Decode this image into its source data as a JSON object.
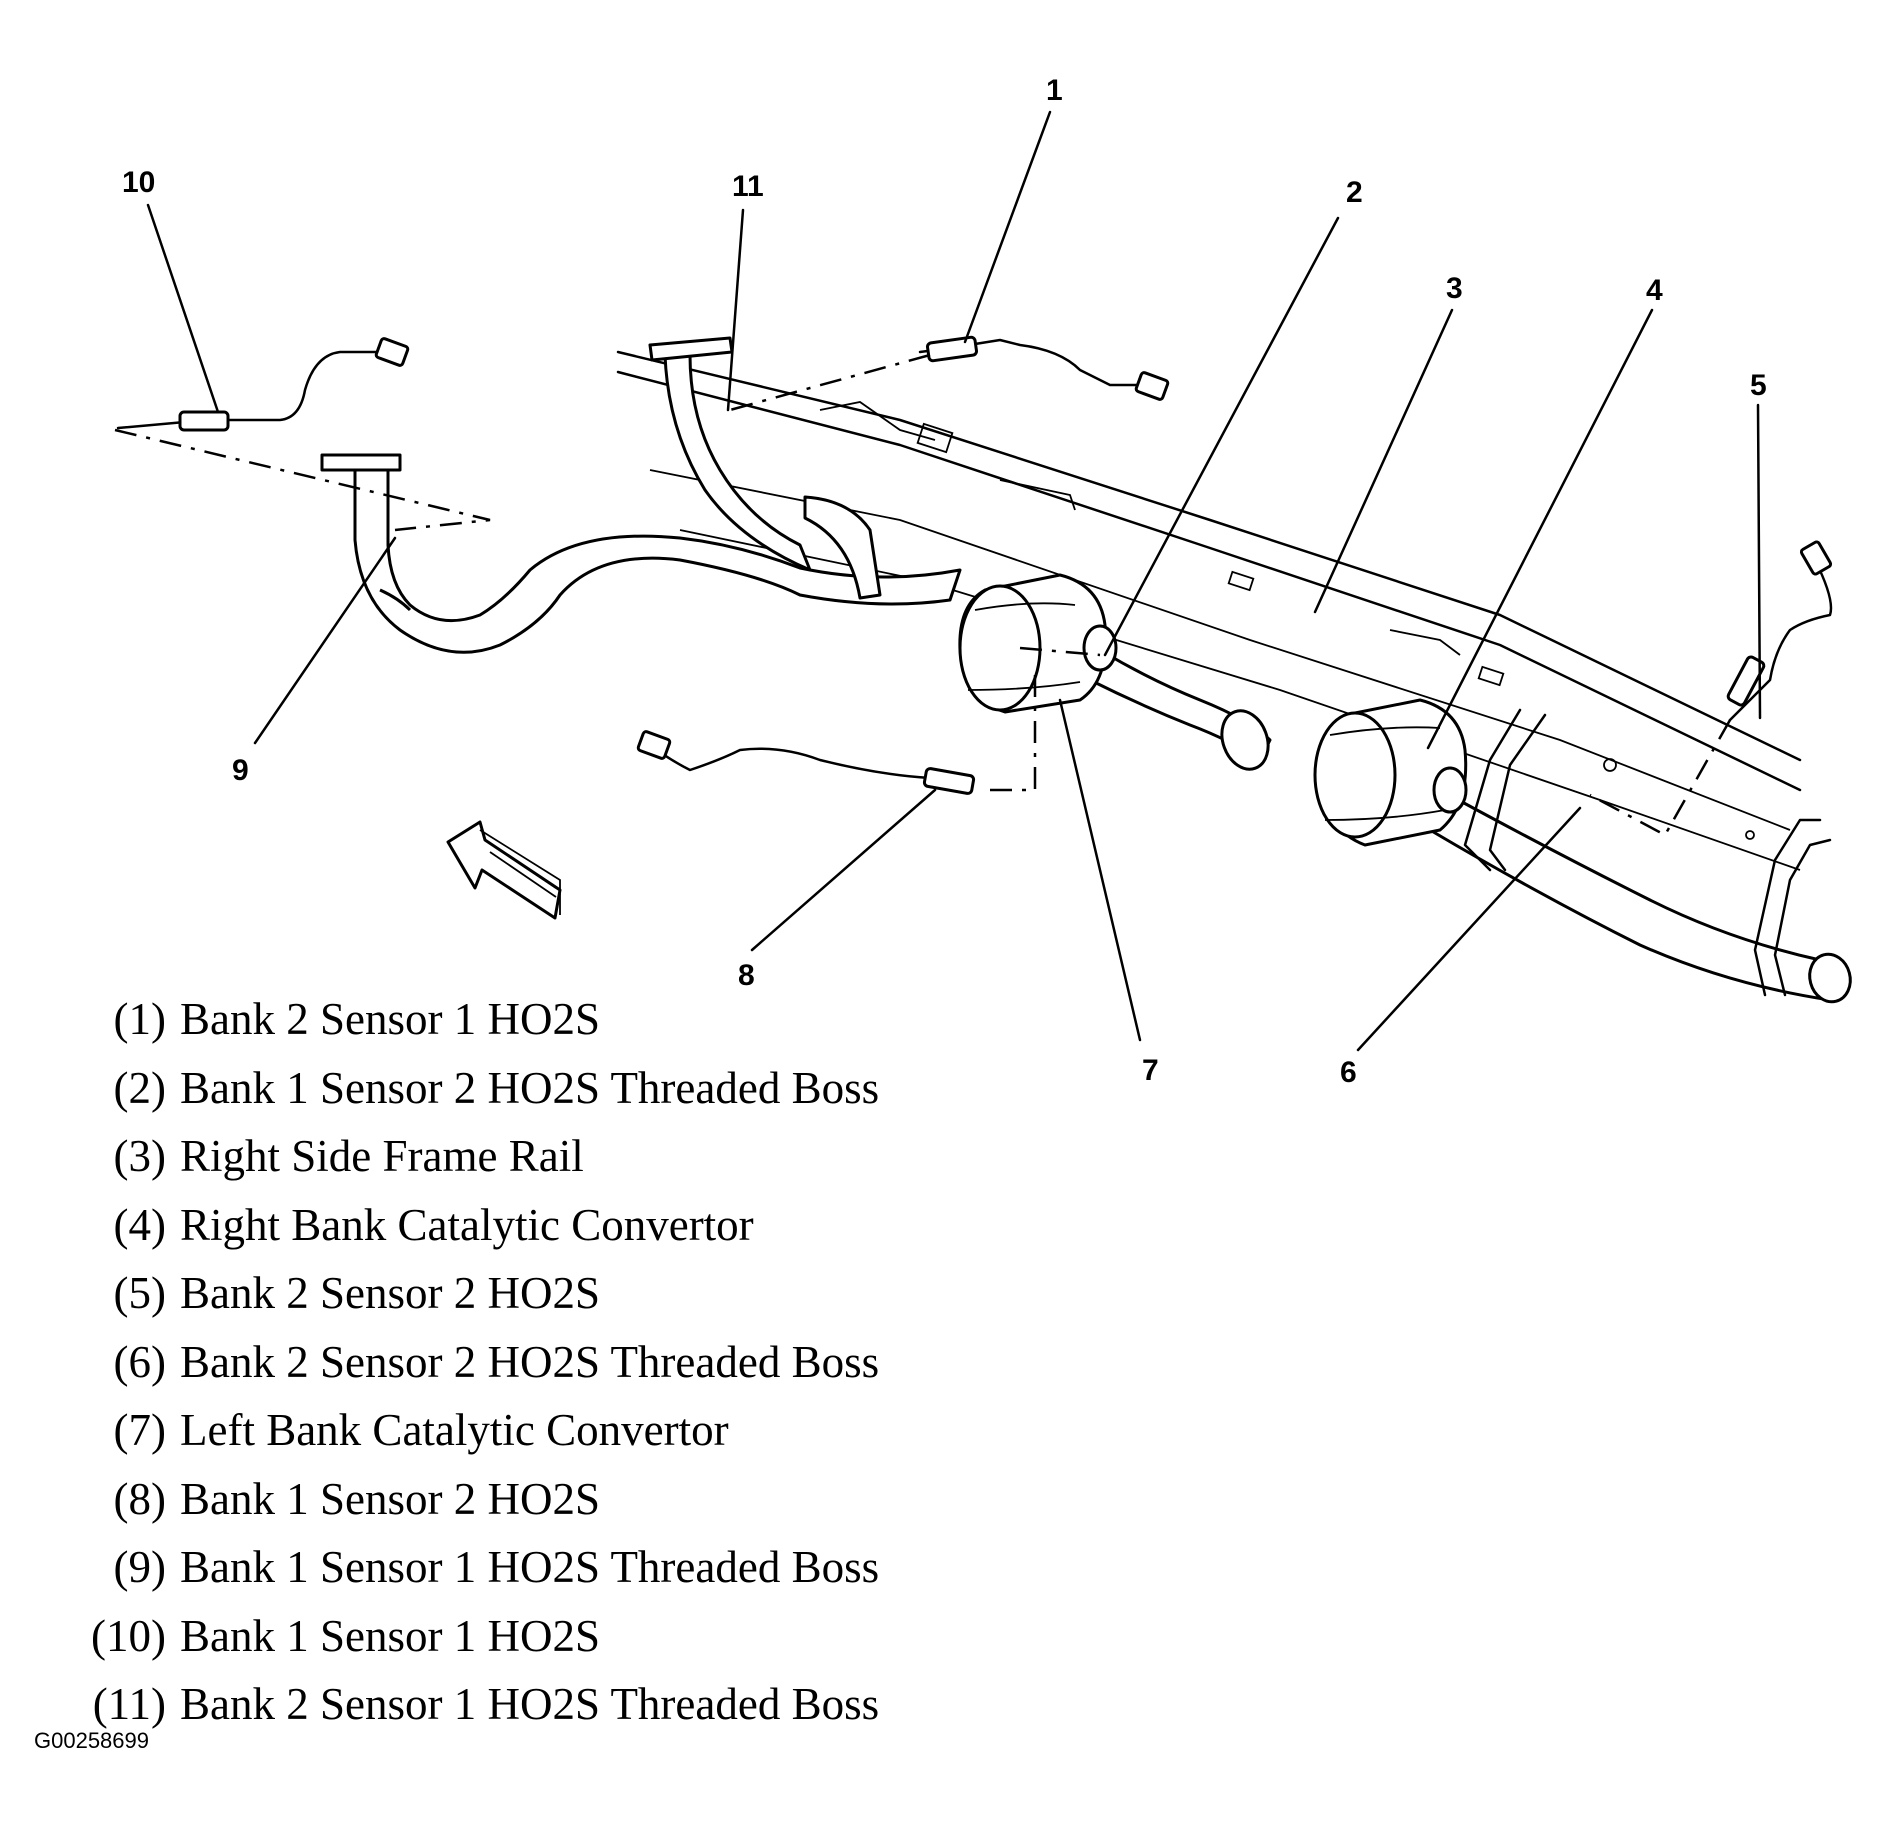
{
  "figure_id": "G00258699",
  "callouts": [
    "1",
    "2",
    "3",
    "4",
    "5",
    "6",
    "7",
    "8",
    "9",
    "10",
    "11"
  ],
  "legend": [
    {
      "num": "(1)",
      "label": "Bank 2 Sensor 1 HO2S"
    },
    {
      "num": "(2)",
      "label": "Bank 1 Sensor 2 HO2S Threaded Boss"
    },
    {
      "num": "(3)",
      "label": "Right Side Frame Rail"
    },
    {
      "num": "(4)",
      "label": "Right Bank Catalytic Convertor"
    },
    {
      "num": "(5)",
      "label": "Bank 2 Sensor 2 HO2S"
    },
    {
      "num": "(6)",
      "label": "Bank 2 Sensor 2 HO2S Threaded Boss"
    },
    {
      "num": "(7)",
      "label": "Left Bank Catalytic Convertor"
    },
    {
      "num": "(8)",
      "label": "Bank 1 Sensor 2 HO2S"
    },
    {
      "num": "(9)",
      "label": "Bank 1 Sensor 1 HO2S Threaded Boss"
    },
    {
      "num": "(10)",
      "label": "Bank 1 Sensor 1 HO2S"
    },
    {
      "num": "(11)",
      "label": "Bank 2 Sensor 1 HO2S Threaded Boss"
    }
  ]
}
